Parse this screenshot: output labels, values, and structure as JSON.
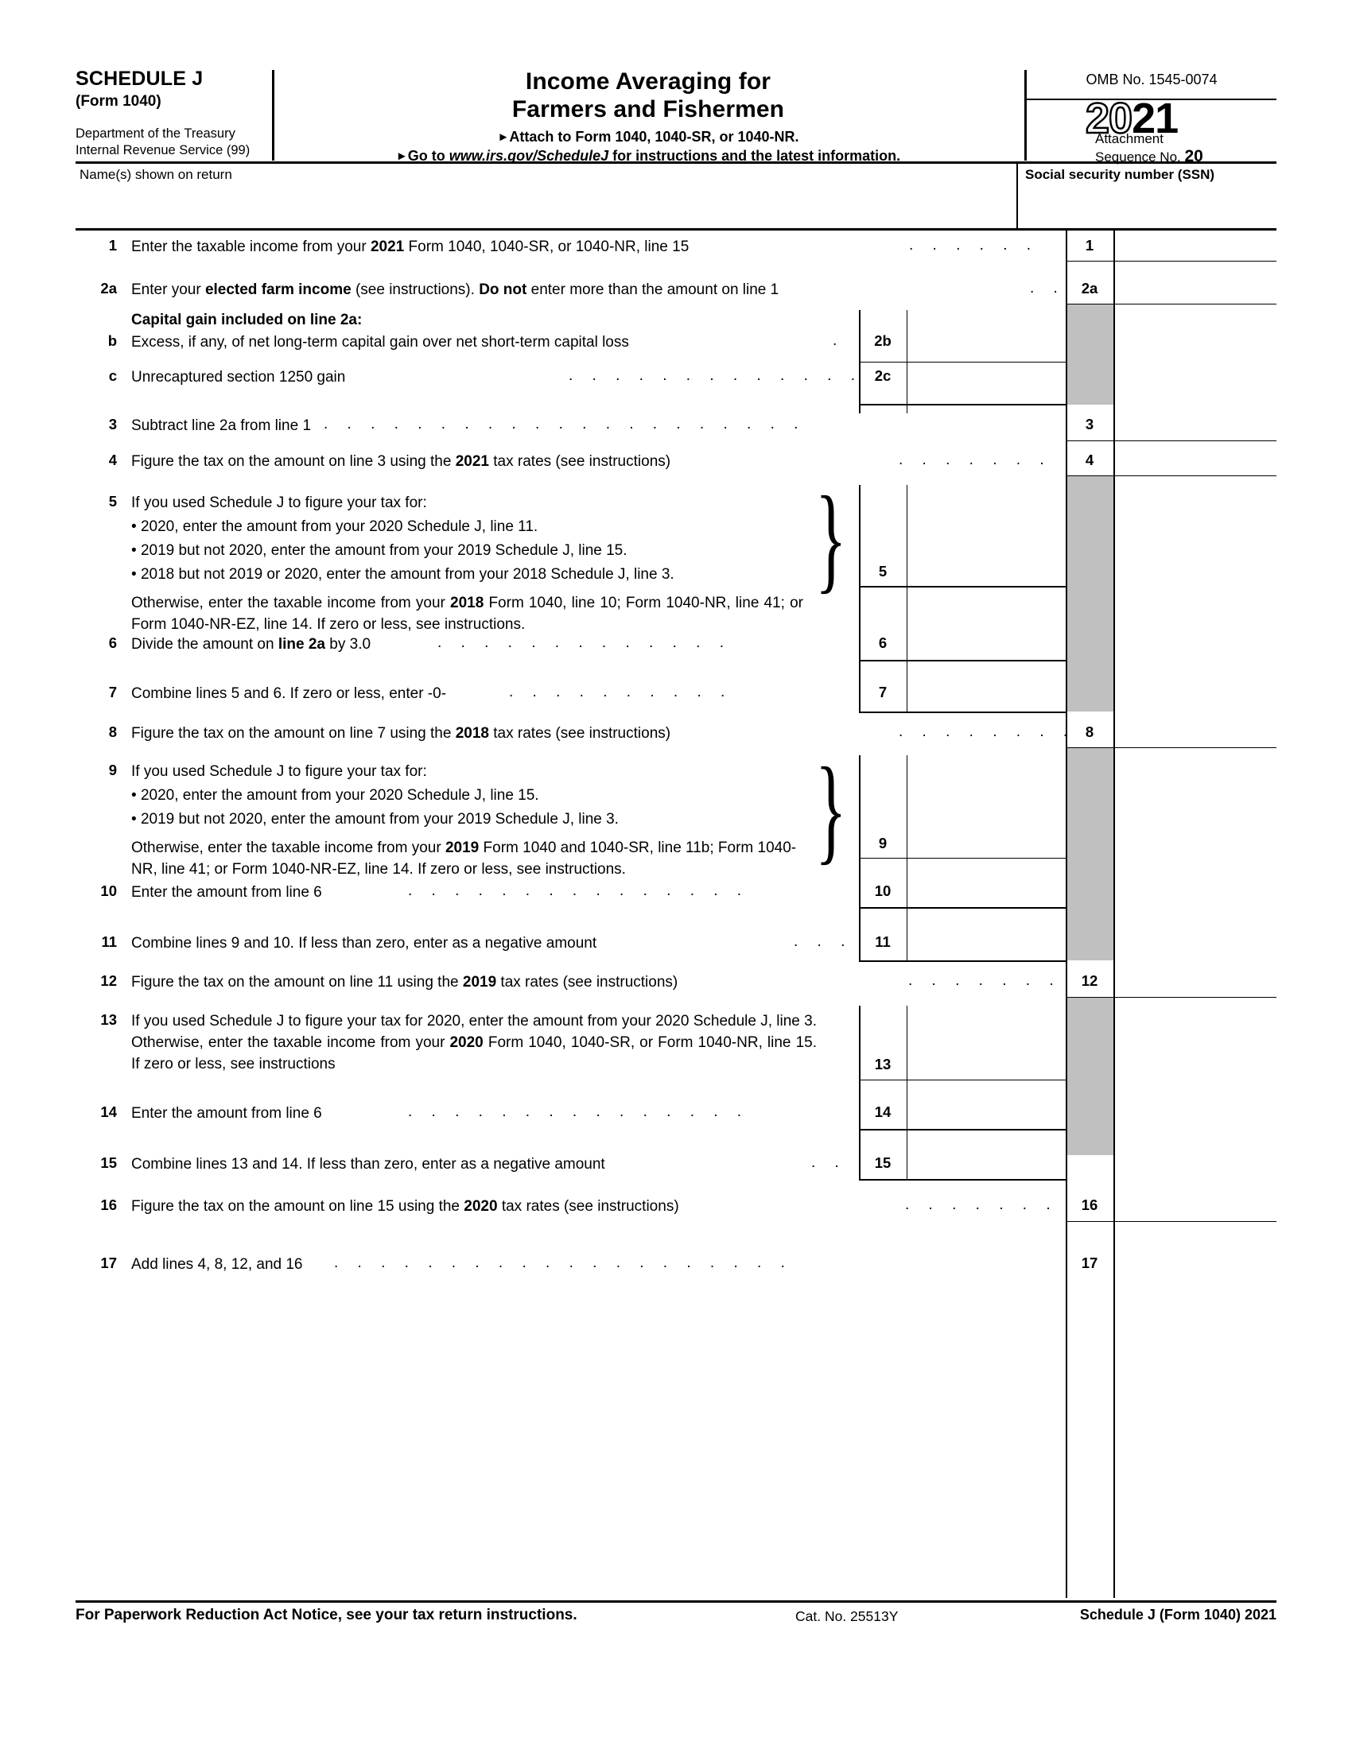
{
  "header": {
    "schedule_title": "SCHEDULE J",
    "form_ref": "(Form 1040)",
    "dept_line1": "Department of the Treasury",
    "dept_line2": "Internal Revenue Service (99)",
    "main_title_line1": "Income Averaging for",
    "main_title_line2": "Farmers and Fishermen",
    "attach_text": "Attach to Form 1040, 1040-SR, or 1040-NR.",
    "goto_prefix": "Go to ",
    "goto_url": "www.irs.gov/ScheduleJ",
    "goto_suffix": " for instructions and the latest information.",
    "omb": "OMB No. 1545-0074",
    "year_hollow": "20",
    "year_solid": "21",
    "attachment_label1": "Attachment",
    "attachment_label2": "Sequence No. ",
    "attachment_no": "20"
  },
  "identity": {
    "name_label": "Name(s) shown on return",
    "ssn_label": "Social security number (SSN)"
  },
  "lines": {
    "l1": {
      "no": "1",
      "text_a": "Enter the taxable income from your ",
      "bold_a": "2021",
      "text_b": " Form 1040, 1040-SR, or 1040-NR, line 15",
      "box": "1"
    },
    "l2a": {
      "no": "2a",
      "text_a": "Enter your ",
      "bold_a": "elected farm income",
      "text_b": " (see instructions). ",
      "bold_b": "Do not",
      "text_c": " enter more than the amount on line 1",
      "box": "2a"
    },
    "cap_heading": "Capital gain included on line 2a:",
    "l2b": {
      "no": "b",
      "text": "Excess, if any, of net long-term capital gain over net short-term capital loss",
      "box": "2b"
    },
    "l2c": {
      "no": "c",
      "text": "Unrecaptured section 1250 gain",
      "box": "2c"
    },
    "l3": {
      "no": "3",
      "text": "Subtract line 2a from line 1",
      "box": "3"
    },
    "l4": {
      "no": "4",
      "text_a": "Figure the tax on the amount on line 3 using the ",
      "bold_a": "2021",
      "text_b": " tax rates (see instructions)",
      "box": "4"
    },
    "l5": {
      "no": "5",
      "intro": "If you used Schedule J to figure your tax for:",
      "bullets": [
        "2020, enter the amount from your 2020 Schedule J, line 11.",
        "2019 but not 2020, enter the amount from your 2019 Schedule J, line 15.",
        "2018 but not 2019 or 2020, enter the amount from your 2018 Schedule J, line 3."
      ],
      "otherwise_a": "Otherwise, enter the taxable income from your ",
      "otherwise_bold": "2018",
      "otherwise_b": " Form 1040, line 10; Form 1040-NR, line 41; or Form 1040-NR-EZ, line 14. If zero or less, see instructions.",
      "box": "5"
    },
    "l6": {
      "no": "6",
      "text_a": "Divide the amount on ",
      "bold_a": "line 2a",
      "text_b": " by 3.0",
      "box": "6"
    },
    "l7": {
      "no": "7",
      "text": "Combine lines 5 and 6. If zero or less, enter -0-",
      "box": "7"
    },
    "l8": {
      "no": "8",
      "text_a": "Figure the tax on the amount on line 7 using the ",
      "bold_a": "2018",
      "text_b": " tax rates (see instructions)",
      "box": "8"
    },
    "l9": {
      "no": "9",
      "intro": "If you used Schedule J to figure your tax for:",
      "bullets": [
        "2020, enter the amount from your 2020 Schedule J, line 15.",
        "2019 but not 2020, enter the amount from your 2019 Schedule J, line 3."
      ],
      "otherwise_a": "Otherwise, enter the taxable income from your ",
      "otherwise_bold": "2019",
      "otherwise_b": " Form 1040 and 1040-SR, line 11b; Form 1040-NR, line 41; or Form 1040-NR-EZ, line 14. If zero or less, see instructions.",
      "box": "9"
    },
    "l10": {
      "no": "10",
      "text": "Enter the amount from line 6",
      "box": "10"
    },
    "l11": {
      "no": "11",
      "text": "Combine lines 9 and 10. If less than zero, enter as a negative amount",
      "box": "11"
    },
    "l12": {
      "no": "12",
      "text_a": "Figure the tax on the amount on line 11 using the ",
      "bold_a": "2019",
      "text_b": " tax rates (see instructions)",
      "box": "12"
    },
    "l13": {
      "no": "13",
      "text_a": "If you used Schedule J to figure your tax for 2020, enter the amount from your 2020 Schedule J, line 3. Otherwise, enter the taxable income from your ",
      "bold_a": "2020",
      "text_b": " Form 1040, 1040-SR, or Form 1040-NR, line 15. If zero or less, see instructions",
      "box": "13"
    },
    "l14": {
      "no": "14",
      "text": "Enter the amount from line 6",
      "box": "14"
    },
    "l15": {
      "no": "15",
      "text": "Combine lines 13 and 14. If less than zero, enter as a negative amount",
      "box": "15"
    },
    "l16": {
      "no": "16",
      "text_a": "Figure the tax on the amount on line 15 using the ",
      "bold_a": "2020",
      "text_b": " tax rates (see instructions)",
      "box": "16"
    },
    "l17": {
      "no": "17",
      "text": "Add lines 4, 8, 12, and 16",
      "box": "17"
    }
  },
  "footer": {
    "left": "For Paperwork Reduction Act Notice, see your tax return instructions.",
    "cat": "Cat. No. 25513Y",
    "right": "Schedule J (Form 1040) 2021"
  },
  "dots": {
    "d1": ". . . . . .",
    "d2": ". .",
    "d2c": ". . . . . . . . . . . . . .",
    "d3": ". . . . . . . . . . . . . . . . . . . . .",
    "d4": ". . . . . . .",
    "d6": ". . . . . . . . . . . . .",
    "d7": ". . . . . . . . . .",
    "d8": ". . . . . . . .",
    "d10": ". . . . . . . . . . . . . . .",
    "d11": ". . .",
    "d12": ". . . . . . .",
    "d14": ". . . . . . . . . . . . . . .",
    "d15": ". .",
    "d16": ". . . . . . .",
    "d17": ". . . . . . . . . . . . . . . . . . . ."
  },
  "colors": {
    "shade": "#c0c0c0",
    "rule": "#000000",
    "paper": "#ffffff"
  }
}
